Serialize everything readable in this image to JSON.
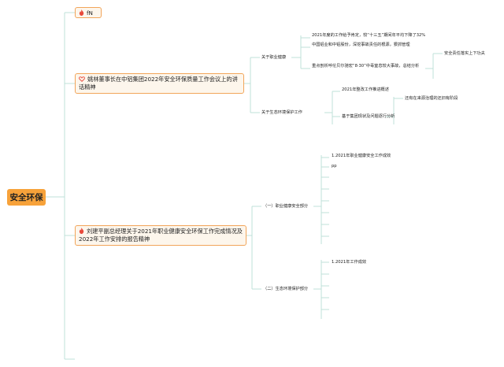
{
  "root": {
    "label": "安全环保",
    "color": "#f7a23a"
  },
  "topics": [
    {
      "label": "fN",
      "icon": "fire-icon"
    },
    {
      "label": "姚林董事长在中铝集团2022年安全环保质量工作会议上的讲话精神",
      "icon": "heart-icon"
    },
    {
      "label": "刘建平副总经理关于2021年职业健康安全环保工作完成情况及2022年工作安排的报告精神",
      "icon": "fire-icon"
    }
  ],
  "branch_a": {
    "occupational": {
      "label": "关于职业健康",
      "items": [
        "2021年度的工作给予肯定，较“十三五”期间年平均下降了32%",
        "中国铝业和中铝股份，深挖事故责任的根源，狠抓管理",
        "重点剖析呼伦贝尔驰宏“8·30”中毒窒息较大事故，总结分析"
      ],
      "sub_item": "安全责任落实上下功夫"
    },
    "eco": {
      "label": "关于生态环境保护工作",
      "items": [
        "2021年整改工作推进概述",
        "基于集团现状及问题逐行分析"
      ],
      "sub_item": "还有在来源治理的还旧有阶段"
    }
  },
  "branch_b": {
    "part1": {
      "label": "（一）职业健康安全部分",
      "items": [
        "1.2021年职业健康安全工作成效",
        "pp"
      ]
    },
    "part2": {
      "label": "（二）生态环境保护部分",
      "items": [
        "1.2021年工作成效"
      ]
    }
  },
  "colors": {
    "line": "#bfe0d8",
    "topic_border": "#f2a55a",
    "topic_fill": "#fdf6ec",
    "icon_red": "#e84a3c"
  }
}
